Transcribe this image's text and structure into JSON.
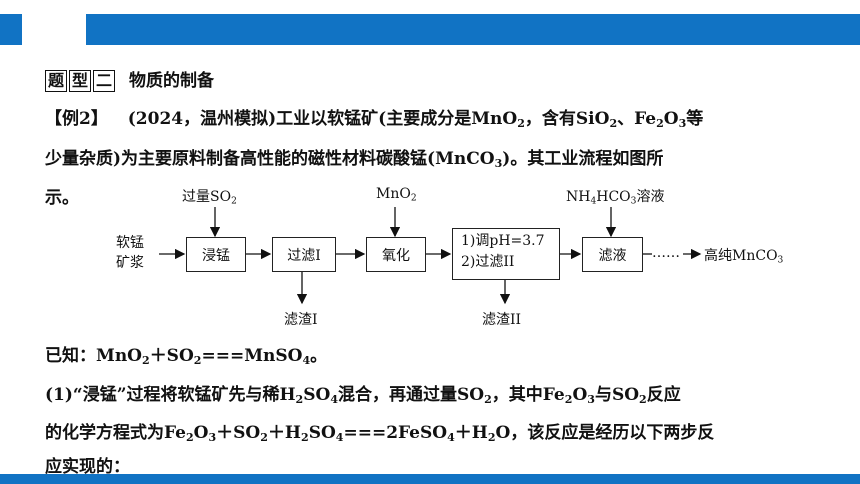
{
  "header": {
    "accent_color": "#1173c4"
  },
  "section": {
    "tag1": "题",
    "tag2": "型",
    "tag3": "二",
    "title": "物质的制备"
  },
  "example": {
    "label": "【例2】",
    "line1_a": "(2024，温州模拟)工业以软锰矿(主要成分是MnO",
    "line1_b": "，含有SiO",
    "line1_c": "、Fe",
    "line1_d": "O",
    "line1_e": "等",
    "line2_a": "少量杂质)为主要原料制备高性能的磁性材料碳酸锰(MnCO",
    "line2_b": ")。其工业流程如图所",
    "line3": "示。"
  },
  "sub2": "2",
  "sub3": "3",
  "sub4": "4",
  "flow": {
    "input_l1": "软锰",
    "input_l2": "矿浆",
    "box1": "浸锰",
    "box2": "过滤I",
    "box3": "氧化",
    "box4_l1": "1)调pH=3.7",
    "box4_l2": "2)过滤II",
    "box5": "滤液",
    "add1_a": "过量SO",
    "add2_a": "MnO",
    "add3_a": "NH",
    "add3_b": "HCO",
    "add3_c": "溶液",
    "out1": "滤渣I",
    "out2": "滤渣II",
    "dots": "……",
    "product_a": "高纯MnCO"
  },
  "known": {
    "a": "已知：MnO",
    "b": "＋SO",
    "c": "===MnSO",
    "d": "。"
  },
  "q1": {
    "l1_a": "(1)“浸锰”过程将软锰矿先与稀H",
    "l1_b": "SO",
    "l1_c": "混合，再通过量SO",
    "l1_d": "，其中Fe",
    "l1_e": "O",
    "l1_f": "与SO",
    "l1_g": "反应",
    "l2_a": "的化学方程式为Fe",
    "l2_b": "O",
    "l2_c": "＋SO",
    "l2_d": "＋H",
    "l2_e": "SO",
    "l2_f": "===2FeSO",
    "l2_g": "＋H",
    "l2_h": "O，该反应是经历以下两步反",
    "l3": "应实现的："
  }
}
